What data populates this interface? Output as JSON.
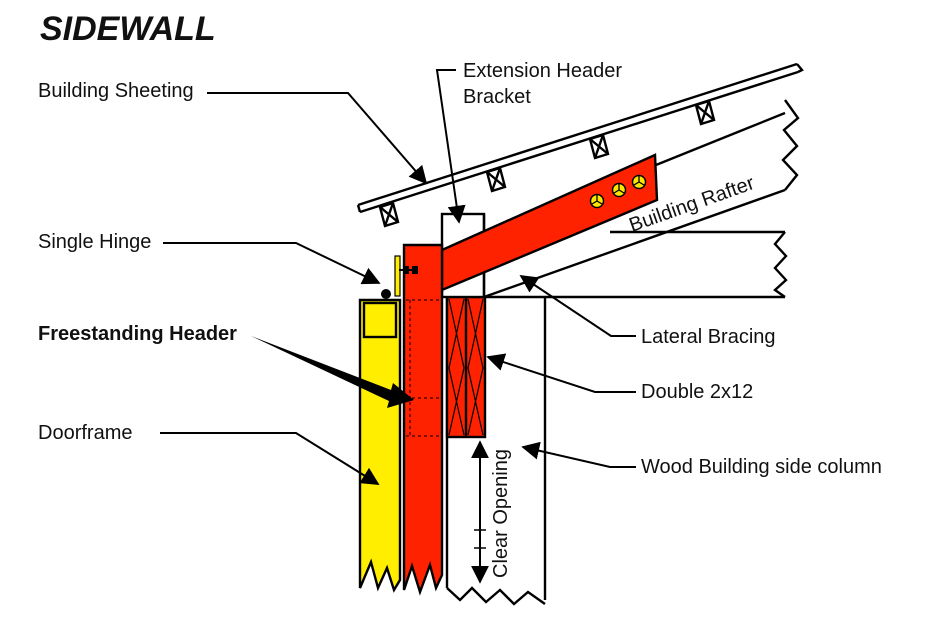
{
  "title": "SIDEWALL",
  "labels": {
    "building_sheeting": "Building Sheeting",
    "extension_header_bracket_line1": "Extension Header",
    "extension_header_bracket_line2": "Bracket",
    "single_hinge": "Single Hinge",
    "freestanding_header": "Freestanding Header",
    "doorframe": "Doorframe",
    "building_rafter": "Building Rafter",
    "lateral_bracing": "Lateral Bracing",
    "double_2x12": "Double 2x12",
    "wood_building_side_column": "Wood Building side column",
    "clear_opening": "Clear Opening"
  },
  "colors": {
    "header_red": "#ff2200",
    "doorframe_yellow": "#ffee00",
    "line": "#000000",
    "bolt_yellow": "#ffe600"
  }
}
